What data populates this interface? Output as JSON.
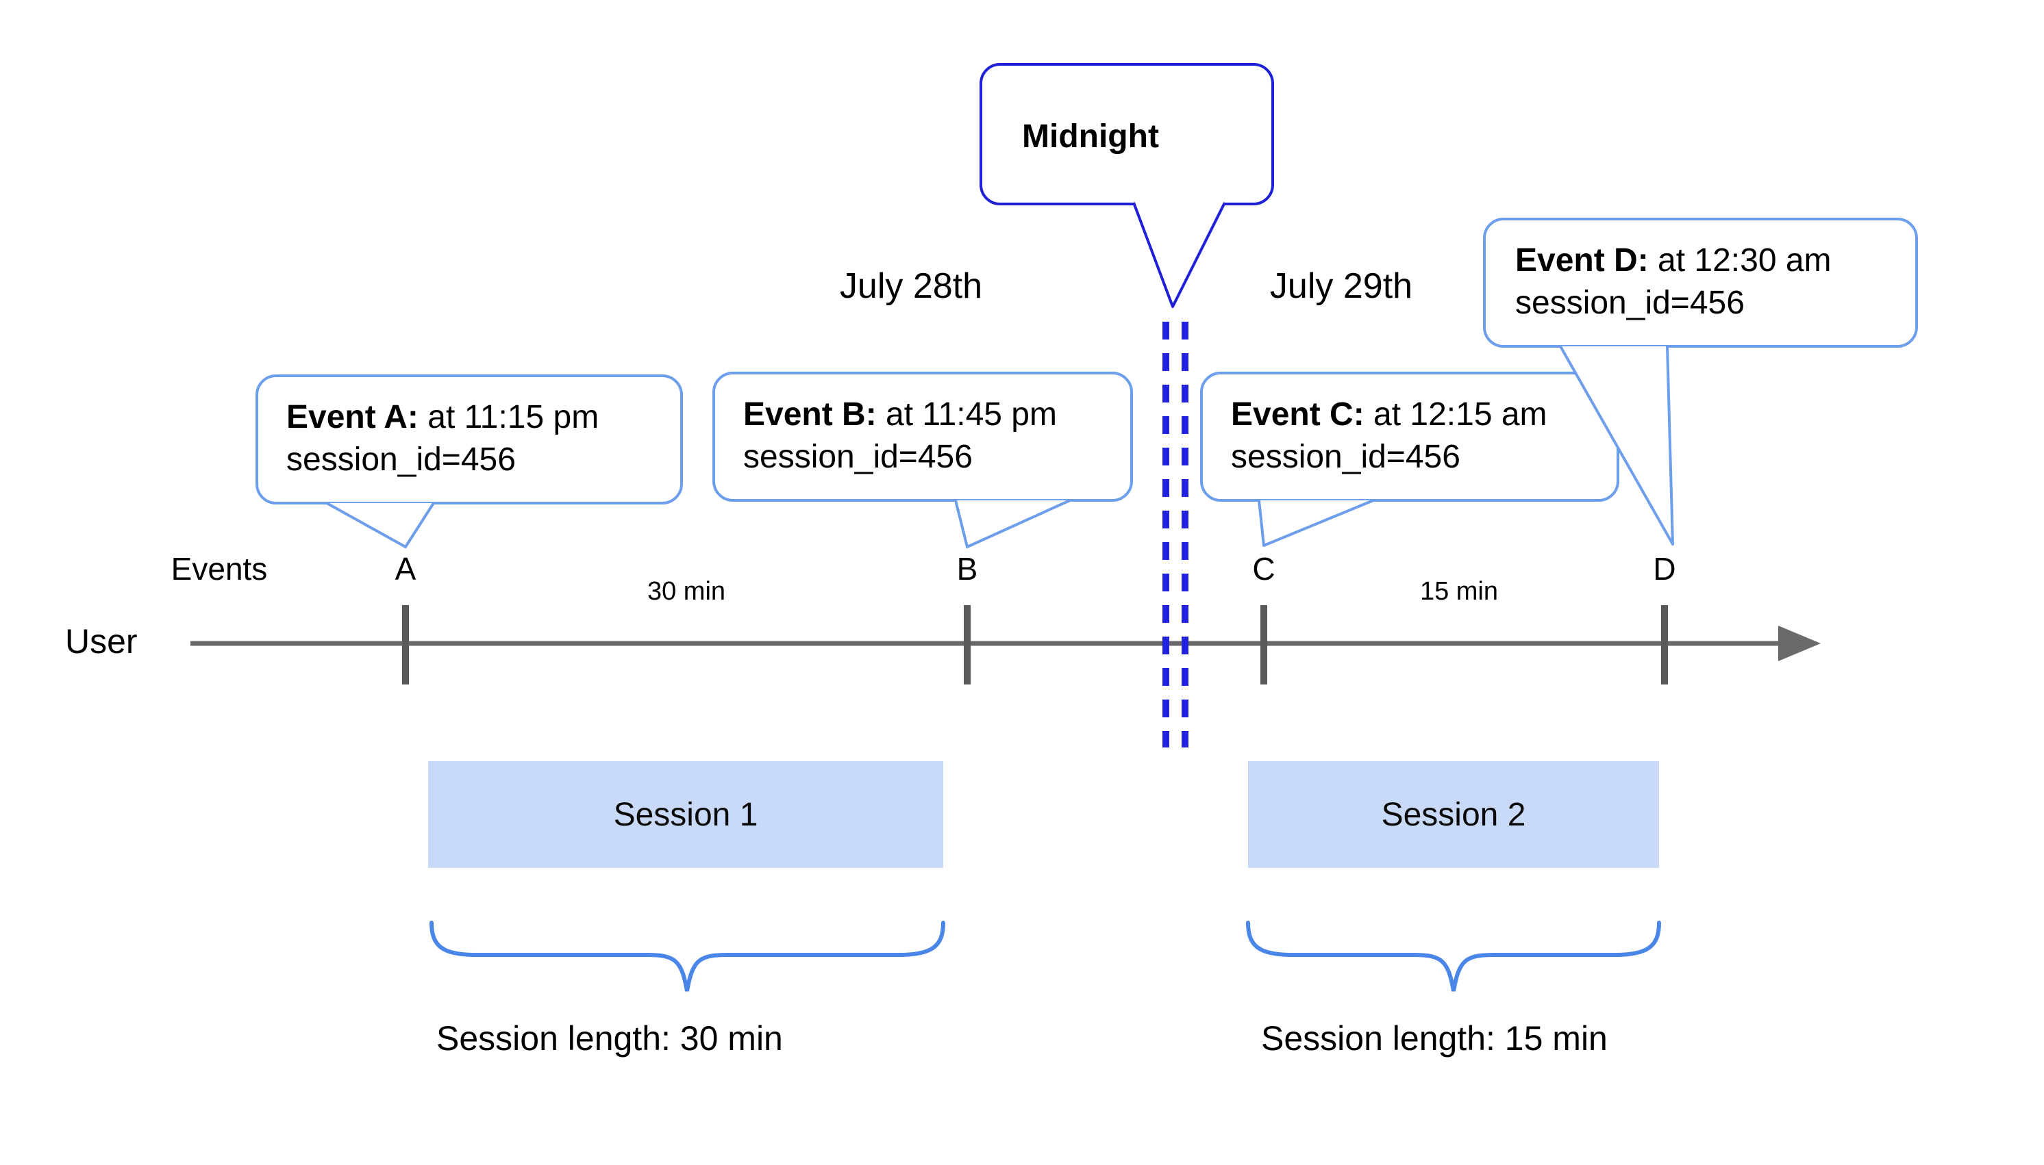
{
  "colors": {
    "event_bubble_border": "#6d9eeb",
    "midnight_bubble_border": "#1f1fd8",
    "midnight_dash": "#2121de",
    "brace_blue": "#4a86e8",
    "session_box_fill": "#c9daf8",
    "timeline_gray": "#6a6a6a",
    "tick_gray": "#57595b"
  },
  "dates": {
    "left": "July 28th",
    "right": "July 29th"
  },
  "midnight": {
    "label": "Midnight"
  },
  "events": [
    {
      "name": "Event A:",
      "detail": " at 11:15 pm",
      "session": "session_id=456"
    },
    {
      "name": "Event B:",
      "detail": " at 11:45 pm",
      "session": "session_id=456"
    },
    {
      "name": "Event C:",
      "detail": " at 12:15 am",
      "session": "session_id=456"
    },
    {
      "name": "Event D:",
      "detail": " at 12:30 am",
      "session": "session_id=456"
    }
  ],
  "timeline": {
    "events_label": "Events",
    "user_label": "User",
    "ticks": [
      "A",
      "B",
      "C",
      "D"
    ],
    "gaps": [
      {
        "label": "30 min"
      },
      {
        "label": "15 min"
      }
    ]
  },
  "sessions": [
    {
      "label": "Session 1",
      "length_label": "Session length: 30 min"
    },
    {
      "label": "Session 2",
      "length_label": "Session length: 15 min"
    }
  ]
}
